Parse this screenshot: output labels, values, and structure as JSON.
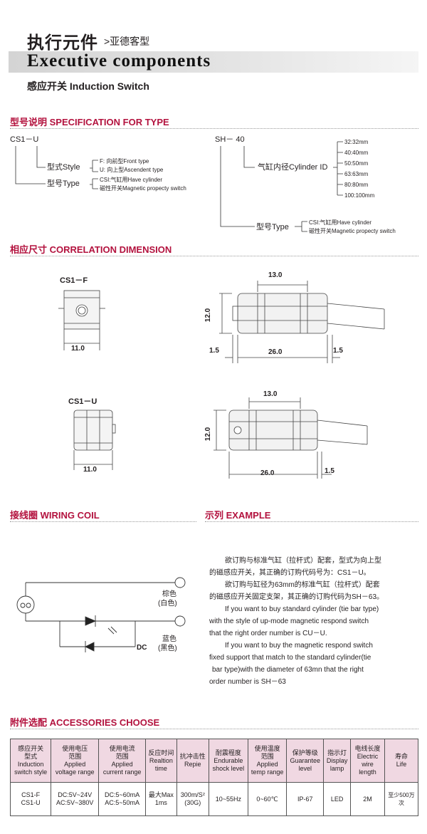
{
  "header": {
    "title_cn": "执行元件",
    "title_cn_sub": ">亚德客型",
    "title_en": "Executive components",
    "product": "感应开关  Induction Switch"
  },
  "spec": {
    "heading": "型号说明 SPECIFICATION FOR TYPE",
    "left": {
      "code": "CS1－U",
      "style_label": "型式Style",
      "style_options": [
        "F: 向前型Front type",
        "U: 向上型Ascendent type"
      ],
      "type_label": "型号Type",
      "type_options": [
        "CSI:气缸用Have cylinder",
        "磁性开关Magnetic propecty switch"
      ]
    },
    "right": {
      "code": "SH－ 40",
      "bore_label": "气缸内径Cylinder ID",
      "bore_options": [
        "32:32mm",
        "40:40mm",
        "50:50mm",
        "63:63mm",
        "80:80mm",
        "100:100mm"
      ],
      "type_label": "型号Type",
      "type_options": [
        "CSI:气缸用Have cylinder",
        "磁性开关Magnetic propecty switch"
      ]
    }
  },
  "dimension": {
    "heading": "相应尺寸 CORRELATION DIMENSION",
    "f_label": "CS1－F",
    "u_label": "CS1－U",
    "values": {
      "w11": "11.0",
      "w13": "13.0",
      "h12": "12.0",
      "l26": "26.0",
      "e15": "1.5"
    }
  },
  "wiring": {
    "heading": "接线圈 WIRING COIL",
    "plus": "+",
    "minus": "−",
    "brown": "棕色",
    "white": "(白色)",
    "blue": "蓝色",
    "black": "(黑色)",
    "dc": "DC"
  },
  "example": {
    "heading": "示列 EXAMPLE",
    "lines": [
      "欲订购与标准气缸（拉杆式）配套，型式为向上型",
      "的磁感应开关，其正确的订购代码号为：CS1－U。",
      "欲订购与缸径为63mm的标准气缸（拉杆式）配套",
      "的磁感应开关固定支架，其正确的订购代码为SH－63。",
      "If you want to buy standard cylinder (tie bar type)",
      "with the style of up-mode magnetic respond switch",
      "that the right order number is CU－U.",
      "If you want to buy the magnetic respond switch",
      "fixed support that match to the standard cylinder(tie",
      "bar type)with the diameter of 63mn that the right",
      "order number is SH－63"
    ]
  },
  "accessories": {
    "heading": "附件选配 ACCESSORIES CHOOSE",
    "headers": [
      [
        "感应开关",
        "型式",
        "Induction",
        "switch style"
      ],
      [
        "使用电压",
        "范围",
        "Applied",
        "voltage range"
      ],
      [
        "使用电流",
        "范围",
        "Applied",
        "current range"
      ],
      [
        "反应时间",
        "Realtion",
        "time"
      ],
      [
        "抗冲击性",
        "Repie"
      ],
      [
        "耐震程度",
        "Endurable",
        "shock level"
      ],
      [
        "使用温度",
        "范围",
        "Applied",
        "temp range"
      ],
      [
        "保护等级",
        "Guarantee",
        "level"
      ],
      [
        "指示灯",
        "Display",
        "lamp"
      ],
      [
        "电线长度",
        "Electric",
        "wire",
        "length"
      ],
      [
        "寿命",
        "Life"
      ]
    ],
    "row": [
      [
        "CS1-F",
        "CS1-U"
      ],
      [
        "DC:5V~24V",
        "AC:5V~380V"
      ],
      [
        "DC:5~60mA",
        "AC:5~50mA"
      ],
      [
        "最大Max",
        "1ms"
      ],
      [
        "300m/S²",
        "(30G)"
      ],
      [
        "10~55Hz"
      ],
      [
        "0~60℃"
      ],
      [
        "IP-67"
      ],
      [
        "LED"
      ],
      [
        "2M"
      ],
      [
        "至少500万次"
      ]
    ]
  }
}
